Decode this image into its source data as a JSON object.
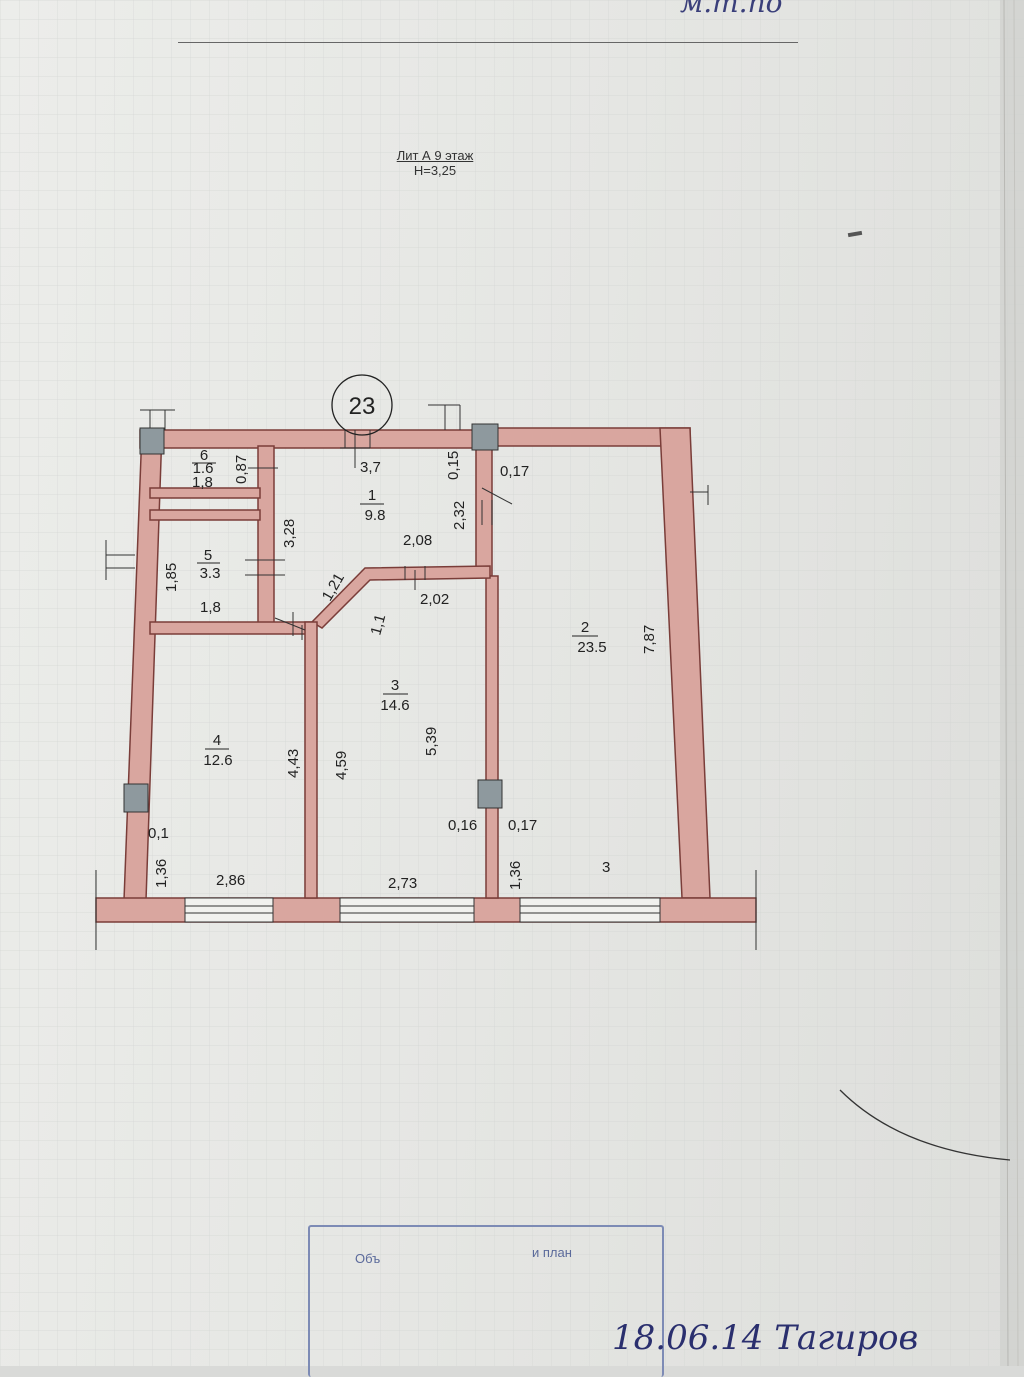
{
  "header": {
    "title_line1": "Лит А 9 этаж",
    "title_line2": "H=3,25",
    "top_mark": "м.т.по"
  },
  "plan": {
    "unit_number": "23",
    "rooms": [
      {
        "number": "1",
        "area": "9.8"
      },
      {
        "number": "2",
        "area": "23.5"
      },
      {
        "number": "3",
        "area": "14.6"
      },
      {
        "number": "4",
        "area": "12.6"
      },
      {
        "number": "5",
        "area": "3.3"
      },
      {
        "number": "6",
        "area": "1.6"
      }
    ],
    "dimensions": [
      "0,87",
      "1,8",
      "3,7",
      "0,15",
      "0,17",
      "2,32",
      "3,28",
      "2,08",
      "1,85",
      "1,8",
      "1,21",
      "2,02",
      "1,1",
      "7,87",
      "4,43",
      "4,59",
      "5,39",
      "0,1",
      "0,16",
      "0,17",
      "1,36",
      "2,86",
      "2,73",
      "1,36",
      "3"
    ]
  },
  "footer": {
    "stamp_line1": "Объ",
    "stamp_line2": "и   план",
    "handwritten": "18.06.14 Тагиров"
  },
  "colors": {
    "wall_fill": "#d9a69f",
    "wall_stroke": "#7a3d39",
    "column_fill": "#8e999e",
    "stamp_ink": "#5b6a9b"
  }
}
